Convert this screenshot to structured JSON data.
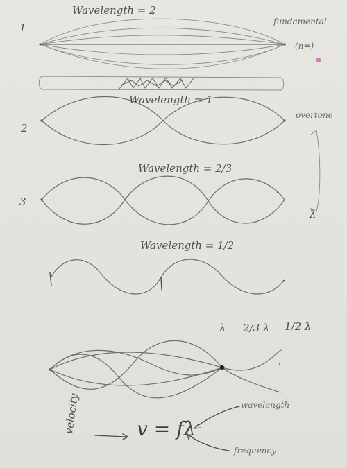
{
  "notes": {
    "row1_number": "1",
    "row1_wavelength": "Wavelength = 2",
    "row1_side_label": "fundamental",
    "row1_side_paren": "(n=)",
    "row2_number": "2",
    "row2_wavelength": "Wavelength = 1",
    "row2_side_label": "overtone",
    "row3_number": "3",
    "row3_wavelength": "Wavelength = 2/3",
    "row4_wavelength": "Wavelength = 1/2",
    "bracket_symbol": "λ",
    "summary_lambda": "λ",
    "summary_two_thirds": "2/3 λ",
    "summary_half": "1/2 λ",
    "velocity": "velocity",
    "wavelength": "wavelength",
    "frequency": "frequency",
    "equation": "v = fλ"
  },
  "colors": {
    "paper": "#e6e5e0",
    "pencil": "#6d6d6d",
    "highlight": "#d46ab4"
  }
}
